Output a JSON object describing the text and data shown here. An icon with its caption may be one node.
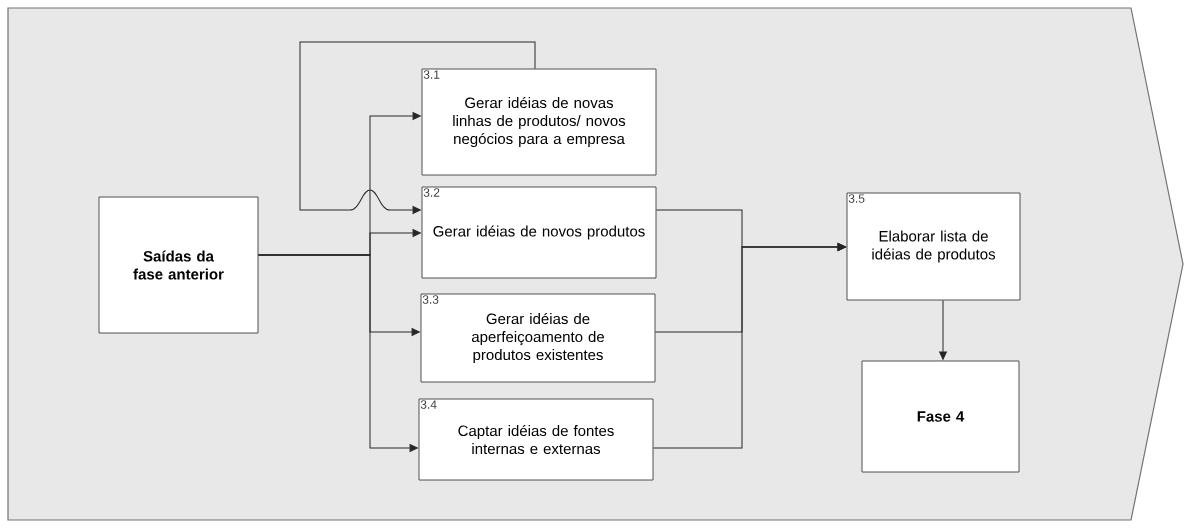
{
  "diagram": {
    "nodes": [
      {
        "text": [],
        "shape": "arrow"
      },
      {
        "text": [
          "Saídas da fase anterior"
        ],
        "in": 0
      },
      {
        "text": [
          "3.1",
          "Gerar idéias de novas linhas de produtos/ novos negócios para a empresa"
        ],
        "in": 0
      },
      {
        "text": [
          "3.2",
          "Gerar idéias de novos produtos"
        ],
        "in": 0
      },
      {
        "text": [
          "3.3",
          "Gerar idéias de aperfeiçoamento de produtos existentes"
        ],
        "in": 0
      },
      {
        "text": [
          "3.4",
          "Captar idéias de fontes internas e externas"
        ],
        "in": 0
      },
      {
        "text": [
          "3.5",
          "Elaborar lista de idéias de produtos"
        ],
        "in": 0
      },
      {
        "text": [
          "Fase 4"
        ],
        "in": 0
      }
    ],
    "edges": [
      {
        "from": 1,
        "to": 2,
        "arrow": "to"
      },
      {
        "from": 1,
        "to": 3,
        "arrow": "to"
      },
      {
        "from": 1,
        "to": 4,
        "arrow": "to"
      },
      {
        "from": 1,
        "to": 5,
        "arrow": "to"
      },
      {
        "from": 2,
        "to": 3,
        "arrow": "to"
      },
      {
        "from": 3,
        "to": 6,
        "arrow": "to"
      },
      {
        "from": 4,
        "to": 6,
        "arrow": "to"
      },
      {
        "from": 5,
        "to": 6,
        "arrow": "to"
      },
      {
        "from": 6,
        "to": 7,
        "arrow": "to"
      }
    ]
  }
}
